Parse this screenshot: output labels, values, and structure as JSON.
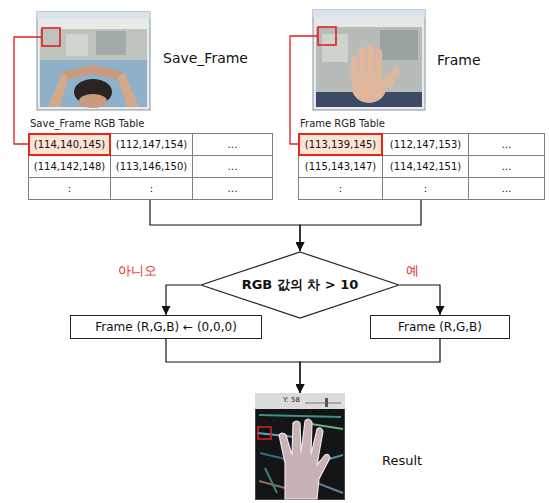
{
  "diagram": {
    "nodes": [
      {
        "text": [
          "Save_Frame RGB Table"
        ]
      },
      {
        "text": [
          "(114,140,145)"
        ],
        "in": 0
      },
      {
        "text": [
          "(112,147,154)"
        ],
        "in": 0
      },
      {
        "text": [
          "…"
        ],
        "in": 0
      },
      {
        "text": [
          "(114,142,148)"
        ],
        "in": 0
      },
      {
        "text": [
          "(113,146,150)"
        ],
        "in": 0
      },
      {
        "text": [
          "…"
        ],
        "in": 0
      },
      {
        "text": [
          ":"
        ],
        "in": 0
      },
      {
        "text": [
          ":"
        ],
        "in": 0
      },
      {
        "text": [
          "…"
        ],
        "in": 0
      },
      {
        "text": [
          "Frame RGB Table"
        ]
      },
      {
        "text": [
          "(113,139,145)"
        ],
        "in": 10
      },
      {
        "text": [
          "(112,147,153)"
        ],
        "in": 10
      },
      {
        "text": [
          "…"
        ],
        "in": 10
      },
      {
        "text": [
          "(115,143,147)"
        ],
        "in": 10
      },
      {
        "text": [
          "(114,142,151)"
        ],
        "in": 10
      },
      {
        "text": [
          "…"
        ],
        "in": 10
      },
      {
        "text": [
          ":"
        ],
        "in": 10
      },
      {
        "text": [
          ":"
        ],
        "in": 10
      },
      {
        "text": [
          "…"
        ],
        "in": 10
      },
      {
        "text": [
          "RGB 값의 차 > 10"
        ]
      },
      {
        "text": [
          "Frame (R,G,B) ← (0,0,0)"
        ]
      },
      {
        "text": [
          "Frame (R,G,B)"
        ]
      },
      {
        "text": [
          "Y: 58",
          "Result"
        ]
      }
    ],
    "edges": [
      {
        "from": 0,
        "to": 20,
        "arrow": "to"
      },
      {
        "from": 10,
        "to": 20,
        "arrow": "to"
      },
      {
        "from": 20,
        "to": 21,
        "label": "아니오",
        "arrow": "to"
      },
      {
        "from": 20,
        "to": 22,
        "label": "예",
        "arrow": "to"
      },
      {
        "from": 21,
        "to": 23,
        "arrow": "to"
      },
      {
        "from": 22,
        "to": 23,
        "arrow": "to"
      }
    ],
    "labels": [
      "Save_Frame",
      "Frame"
    ]
  }
}
